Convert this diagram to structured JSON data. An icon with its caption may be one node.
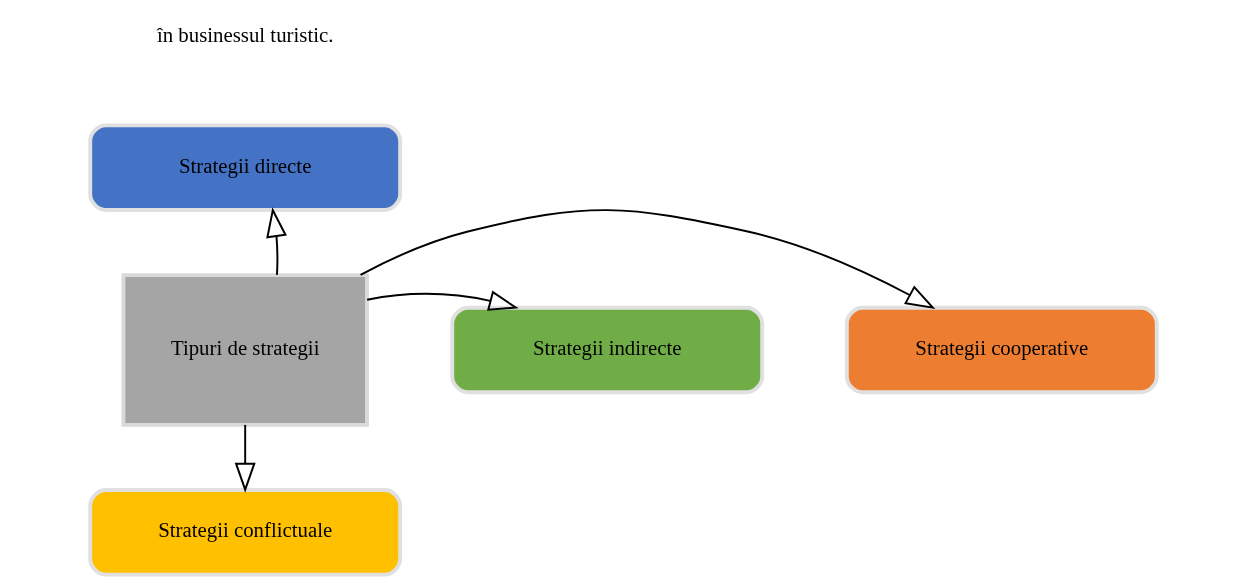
{
  "diagram": {
    "nodes": [
      {
        "text": [
          "Tipuri de strategii"
        ]
      },
      {
        "text": [
          "Strategii directe"
        ]
      },
      {
        "text": [
          "Strategii cooperative"
        ]
      },
      {
        "text": [
          "Strategii indirecte"
        ]
      },
      {
        "text": [
          "Strategii conflictuale"
        ]
      }
    ],
    "edges": [
      {
        "from": 0,
        "to": 1,
        "arrow": "to"
      },
      {
        "from": 0,
        "to": 2,
        "arrow": "to"
      },
      {
        "from": 0,
        "to": 3,
        "arrow": "to"
      },
      {
        "from": 0,
        "to": 4,
        "arrow": "to"
      }
    ],
    "labels": [
      "în businessul turistic."
    ]
  }
}
